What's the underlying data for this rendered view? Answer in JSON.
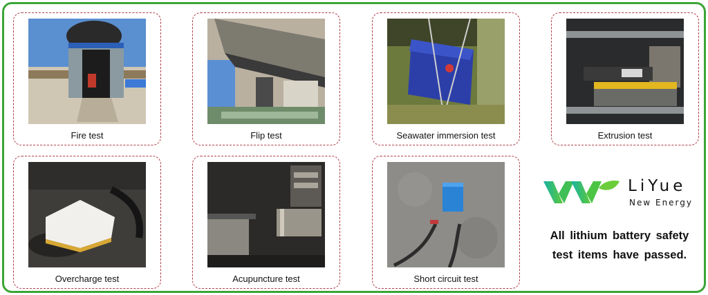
{
  "tests": [
    {
      "label": "Fire test"
    },
    {
      "label": "Flip test"
    },
    {
      "label": "Seawater immersion test"
    },
    {
      "label": "Extrusion test"
    },
    {
      "label": "Overcharge test"
    },
    {
      "label": "Acupuncture test"
    },
    {
      "label": "Short circuit test"
    }
  ],
  "brand": {
    "name": "LiYue",
    "subtitle": "New Energy",
    "tagline_line1": "All lithium battery safety",
    "tagline_line2": "test items have passed."
  },
  "colors": {
    "frame_border": "#3aa535",
    "card_border": "#b03a48",
    "logo_green": "#3bbf3b",
    "logo_teal": "#16b3a4"
  }
}
